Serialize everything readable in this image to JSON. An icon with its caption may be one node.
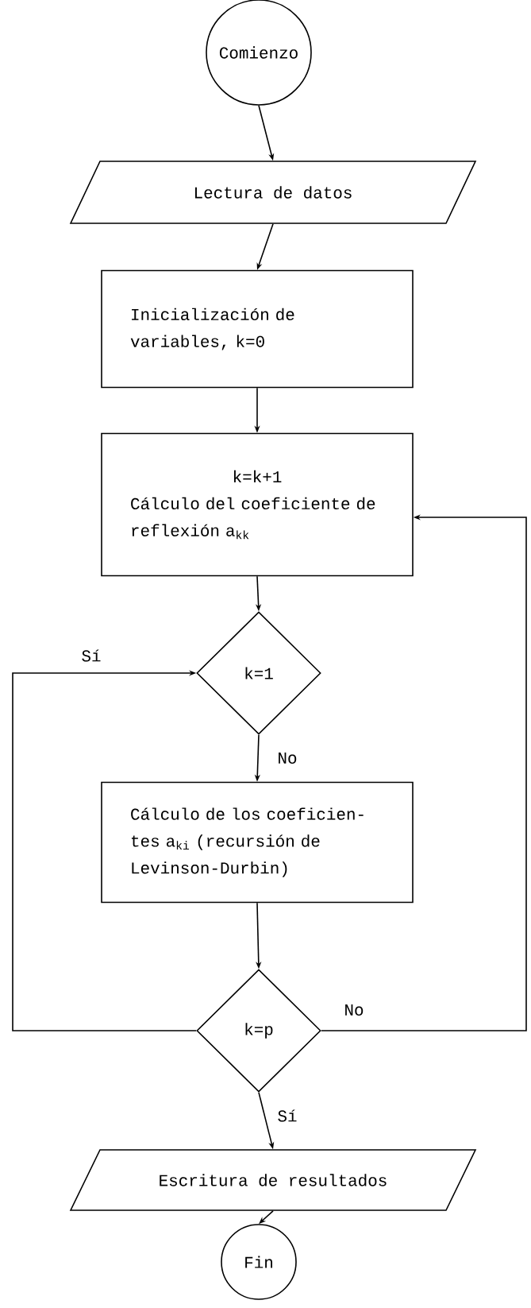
{
  "diagram": {
    "nodes": [
      {
        "text": [
          "Comienzo"
        ]
      },
      {
        "text": [
          "Lectura de datos"
        ]
      },
      {
        "text": [
          "Inicialización de variables, k=0"
        ]
      },
      {
        "text": [
          "k=k+1",
          "Cálculo del coeficiente de reflexión a$_{kk}$"
        ]
      },
      {
        "text": [
          "k=1"
        ]
      },
      {
        "text": [
          "Cálculo de los coeficien- tes a$_{ki}$ (recursión de Levinson-Durbin)"
        ]
      },
      {
        "text": [
          "k=p"
        ]
      },
      {
        "text": [
          "Escritura de resultados"
        ]
      },
      {
        "text": [
          "Fin"
        ]
      }
    ],
    "edges": [
      {
        "from": 0,
        "to": 1,
        "arrow": "to"
      },
      {
        "from": 1,
        "to": 2,
        "arrow": "to"
      },
      {
        "from": 2,
        "to": 3,
        "arrow": "to"
      },
      {
        "from": 3,
        "to": 4,
        "arrow": "to"
      },
      {
        "from": 4,
        "to": 5,
        "arrow": "to",
        "label": "No"
      },
      {
        "from": 5,
        "to": 6,
        "arrow": "to"
      },
      {
        "from": 6,
        "to": 4,
        "arrow": "to",
        "label": "Sí"
      },
      {
        "from": 6,
        "to": 3,
        "arrow": "to",
        "label": "No"
      },
      {
        "from": 6,
        "to": 7,
        "arrow": "to",
        "label": "Sí"
      },
      {
        "from": 7,
        "to": 8,
        "arrow": "to"
      }
    ]
  }
}
